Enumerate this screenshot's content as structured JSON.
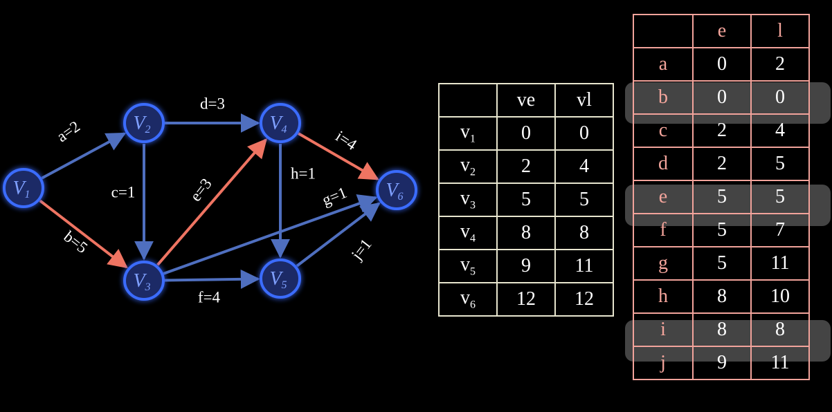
{
  "graph": {
    "nodes": [
      {
        "id": "v1",
        "label": "V",
        "sub": "1"
      },
      {
        "id": "v2",
        "label": "V",
        "sub": "2"
      },
      {
        "id": "v3",
        "label": "V",
        "sub": "3"
      },
      {
        "id": "v4",
        "label": "V",
        "sub": "4"
      },
      {
        "id": "v5",
        "label": "V",
        "sub": "5"
      },
      {
        "id": "v6",
        "label": "V",
        "sub": "6"
      }
    ],
    "edges": [
      {
        "id": "a",
        "from": "v1",
        "to": "v2",
        "label": "a=2",
        "critical": false
      },
      {
        "id": "b",
        "from": "v1",
        "to": "v3",
        "label": "b=5",
        "critical": true
      },
      {
        "id": "c",
        "from": "v2",
        "to": "v3",
        "label": "c=1",
        "critical": false
      },
      {
        "id": "d",
        "from": "v2",
        "to": "v4",
        "label": "d=3",
        "critical": false
      },
      {
        "id": "e",
        "from": "v3",
        "to": "v4",
        "label": "e=3",
        "critical": true
      },
      {
        "id": "f",
        "from": "v3",
        "to": "v5",
        "label": "f=4",
        "critical": false
      },
      {
        "id": "g",
        "from": "v3",
        "to": "v6",
        "label": "g=1",
        "critical": false
      },
      {
        "id": "h",
        "from": "v4",
        "to": "v5",
        "label": "h=1",
        "critical": false
      },
      {
        "id": "i",
        "from": "v4",
        "to": "v6",
        "label": "i=4",
        "critical": true
      },
      {
        "id": "j",
        "from": "v5",
        "to": "v6",
        "label": "j=1",
        "critical": false
      }
    ],
    "colors": {
      "normal": "#4f6fbf",
      "critical": "#ef7462",
      "node_fill": "#1a2a66",
      "node_glow": "#3b6cff",
      "text": "#ffffff"
    }
  },
  "vertex_table": {
    "headers": [
      "",
      "ve",
      "vl"
    ],
    "rows": [
      {
        "name": "v",
        "sub": "1",
        "ve": "0",
        "vl": "0"
      },
      {
        "name": "v",
        "sub": "2",
        "ve": "2",
        "vl": "4"
      },
      {
        "name": "v",
        "sub": "3",
        "ve": "5",
        "vl": "5"
      },
      {
        "name": "v",
        "sub": "4",
        "ve": "8",
        "vl": "8"
      },
      {
        "name": "v",
        "sub": "5",
        "ve": "9",
        "vl": "11"
      },
      {
        "name": "v",
        "sub": "6",
        "ve": "12",
        "vl": "12"
      }
    ]
  },
  "edge_table": {
    "headers": [
      "",
      "e",
      "l"
    ],
    "rows": [
      {
        "name": "a",
        "e": "0",
        "l": "2",
        "highlight": false
      },
      {
        "name": "b",
        "e": "0",
        "l": "0",
        "highlight": true
      },
      {
        "name": "c",
        "e": "2",
        "l": "4",
        "highlight": false
      },
      {
        "name": "d",
        "e": "2",
        "l": "5",
        "highlight": false
      },
      {
        "name": "e",
        "e": "5",
        "l": "5",
        "highlight": true
      },
      {
        "name": "f",
        "e": "5",
        "l": "7",
        "highlight": false
      },
      {
        "name": "g",
        "e": "5",
        "l": "11",
        "highlight": false
      },
      {
        "name": "h",
        "e": "8",
        "l": "10",
        "highlight": false
      },
      {
        "name": "i",
        "e": "8",
        "l": "8",
        "highlight": true
      },
      {
        "name": "j",
        "e": "9",
        "l": "11",
        "highlight": false
      }
    ]
  }
}
